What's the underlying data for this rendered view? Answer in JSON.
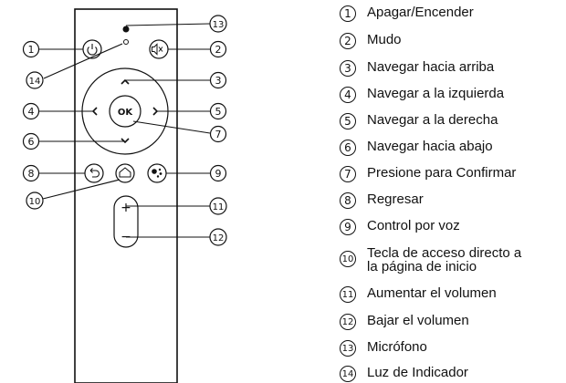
{
  "callouts": [
    {
      "num": "1",
      "label": "Apagar/Encender"
    },
    {
      "num": "2",
      "label": "Mudo"
    },
    {
      "num": "3",
      "label": "Navegar hacia arriba"
    },
    {
      "num": "4",
      "label": "Navegar a la izquierda"
    },
    {
      "num": "5",
      "label": "Navegar a la derecha"
    },
    {
      "num": "6",
      "label": "Navegar hacia abajo"
    },
    {
      "num": "7",
      "label": "Presione para Confirmar"
    },
    {
      "num": "8",
      "label": "Regresar"
    },
    {
      "num": "9",
      "label": "Control por voz"
    },
    {
      "num": "10",
      "label": "Tecla de acceso directo a\nla página de inicio"
    },
    {
      "num": "11",
      "label": "Aumentar el volumen"
    },
    {
      "num": "12",
      "label": "Bajar el volumen"
    },
    {
      "num": "13",
      "label": "Micrófono"
    },
    {
      "num": "14",
      "label": "Luz de Indicador"
    }
  ],
  "remote": {
    "ok_label": "OK",
    "plus_label": "+",
    "minus_label": "−",
    "mute_label": "ⓧ",
    "line_color": "#111111"
  }
}
